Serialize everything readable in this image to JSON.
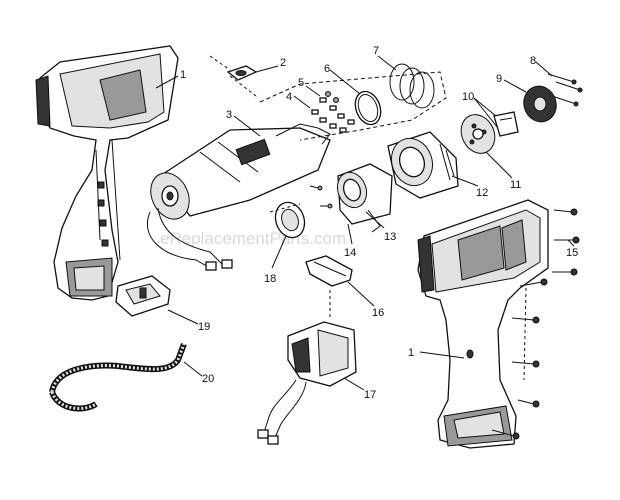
{
  "watermark": "eReplacementParts.com",
  "callouts": {
    "c1a": "1",
    "c2": "2",
    "c3": "3",
    "c4": "4",
    "c5": "5",
    "c6": "6",
    "c7": "7",
    "c8": "8",
    "c9": "9",
    "c10": "10",
    "c11": "11",
    "c12": "12",
    "c13": "13",
    "c14": "14",
    "c15": "15",
    "c16": "16",
    "c17": "17",
    "c18": "18",
    "c19": "19",
    "c20": "20",
    "c1b": "1"
  },
  "colors": {
    "ink": "#111111",
    "watermark": "#d9d9d9",
    "shade": "#333333"
  }
}
